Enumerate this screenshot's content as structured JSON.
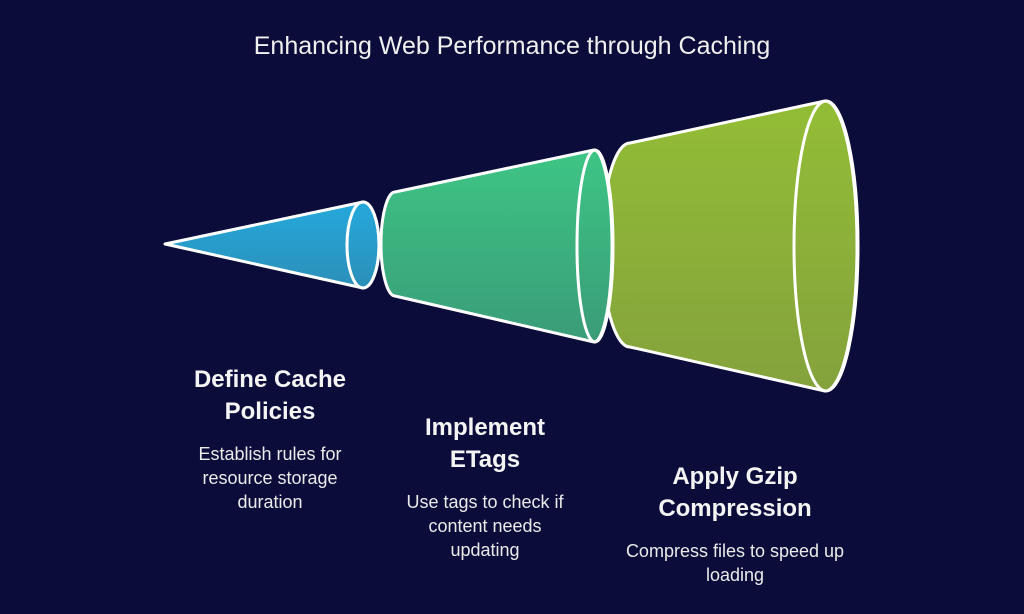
{
  "title": "Enhancing Web Performance through Caching",
  "colors": {
    "background": "#0c0c3a",
    "outline": "#ffffff",
    "segment_1": "#2aa3d0",
    "segment_2": "#3dbd83",
    "segment_3": "#8fb43a"
  },
  "steps": [
    {
      "heading": "Define Cache Policies",
      "description": "Establish rules for resource storage duration",
      "color": "#2aa3d0"
    },
    {
      "heading": "Implement ETags",
      "description": "Use tags to check if content needs updating",
      "color": "#3dbd83"
    },
    {
      "heading": "Apply Gzip Compression",
      "description": "Compress files to speed up loading",
      "color": "#8fb43a"
    }
  ]
}
